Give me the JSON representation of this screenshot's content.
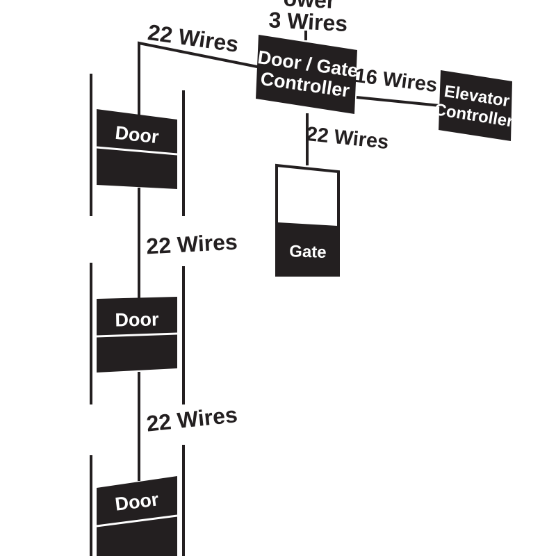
{
  "colors": {
    "ink": "#231f20",
    "background": "#ffffff",
    "box_text": "#ffffff"
  },
  "power": {
    "label_partial": "ower",
    "wires": "3 Wires"
  },
  "controller": {
    "line1": "Door / Gate",
    "line2": "Controller"
  },
  "elevator": {
    "line1": "Elevator",
    "line2": "Controller"
  },
  "gate": {
    "label": "Gate"
  },
  "doors": [
    {
      "label": "Door"
    },
    {
      "label": "Door"
    },
    {
      "label": "Door"
    }
  ],
  "wire_labels": {
    "controller_to_doors": "22 Wires",
    "controller_to_elevator": "16 Wires",
    "controller_to_gate": "22 Wires",
    "door1_to_door2": "22 Wires",
    "door2_to_door3": "22 Wires"
  }
}
